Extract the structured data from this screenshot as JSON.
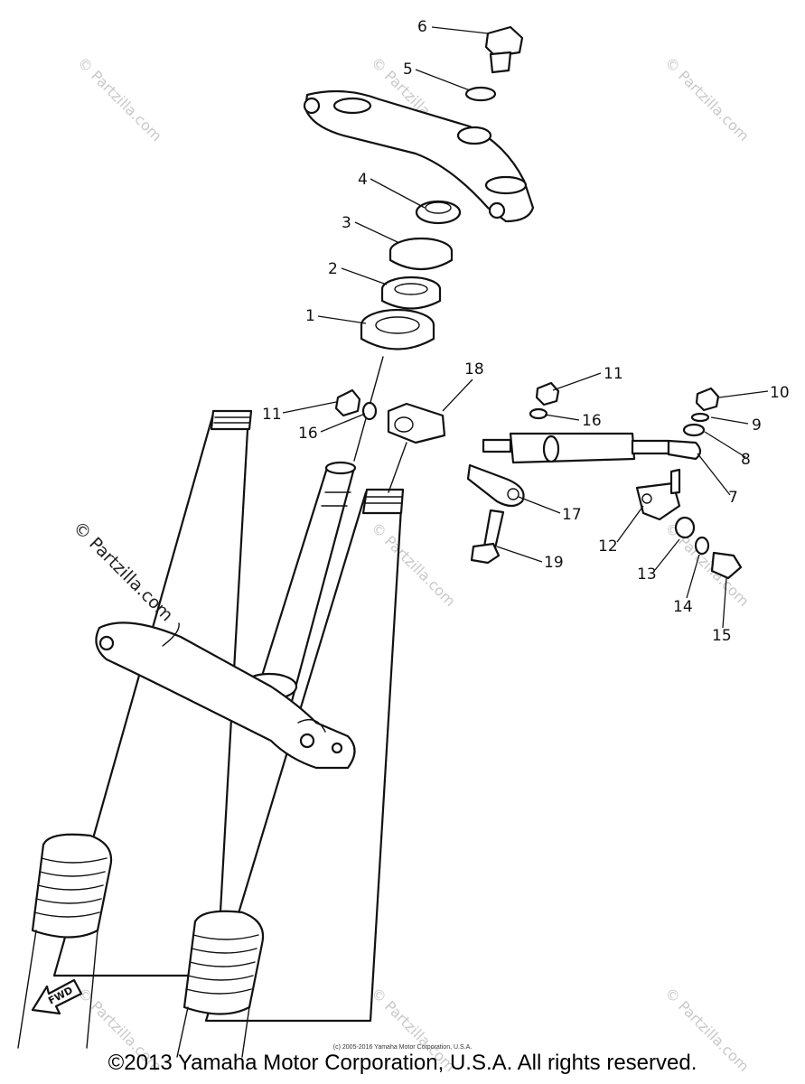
{
  "watermark": "© Partzilla.com",
  "callouts": [
    {
      "number": "6"
    },
    {
      "number": "5"
    },
    {
      "number": "4"
    },
    {
      "number": "3"
    },
    {
      "number": "2"
    },
    {
      "number": "1"
    },
    {
      "number": "18"
    },
    {
      "number": "11"
    },
    {
      "number": "16"
    },
    {
      "number": "11"
    },
    {
      "number": "16"
    },
    {
      "number": "10"
    },
    {
      "number": "9"
    },
    {
      "number": "8"
    },
    {
      "number": "7"
    },
    {
      "number": "17"
    },
    {
      "number": "19"
    },
    {
      "number": "12"
    },
    {
      "number": "13"
    },
    {
      "number": "14"
    },
    {
      "number": "15"
    }
  ],
  "fwd_label": "FWD",
  "copyright_small": "(c) 2005-2016 Yamaha Motor Corporation, U.S.A.",
  "copyright": "©2013 Yamaha Motor Corporation, U.S.A. All rights reserved."
}
